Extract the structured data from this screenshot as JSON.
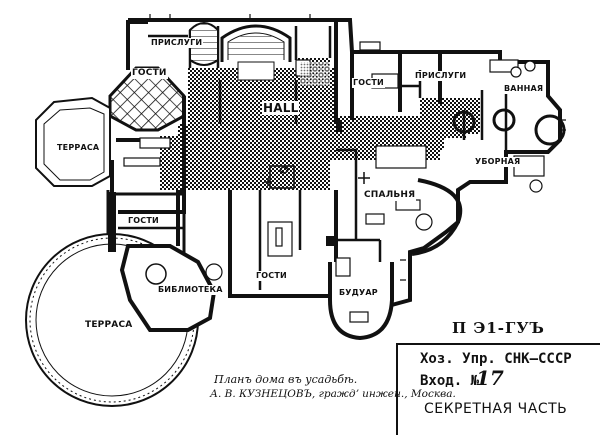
{
  "rooms": {
    "pantry": "ПРИСЛУГИ",
    "guest_left": "ГОСТИ",
    "hall": "HALL",
    "terrace_left": "ТЕРРАСА",
    "guest_mid": "ГОСТИ",
    "guest_top_right": "ГОСТИ",
    "servants": "ПРИСЛУГИ",
    "bathroom": "ВАННАЯ",
    "bedroom": "СПАЛЬНЯ",
    "toilet": "УБОРНАЯ",
    "library": "БИБЛИОТЕКА",
    "guest_center": "ГОСТИ",
    "boudoir": "БУДУАР",
    "terrace_round": "ТЕРРАСА"
  },
  "sheet_code": "П Э1-ГУЪ",
  "caption": {
    "line1": "Планъ дома въ усадьбѣ.",
    "line2": "А. В. КУЗНЕЦОВЪ, граждʼ инжен., Москва."
  },
  "stamp": {
    "line1": "Хоз. Упр. СНК—СССР",
    "line2_prefix": "Вход. №",
    "handwritten_number": "17",
    "line3": "СЕКРЕТНАЯ ЧАСТЬ"
  }
}
